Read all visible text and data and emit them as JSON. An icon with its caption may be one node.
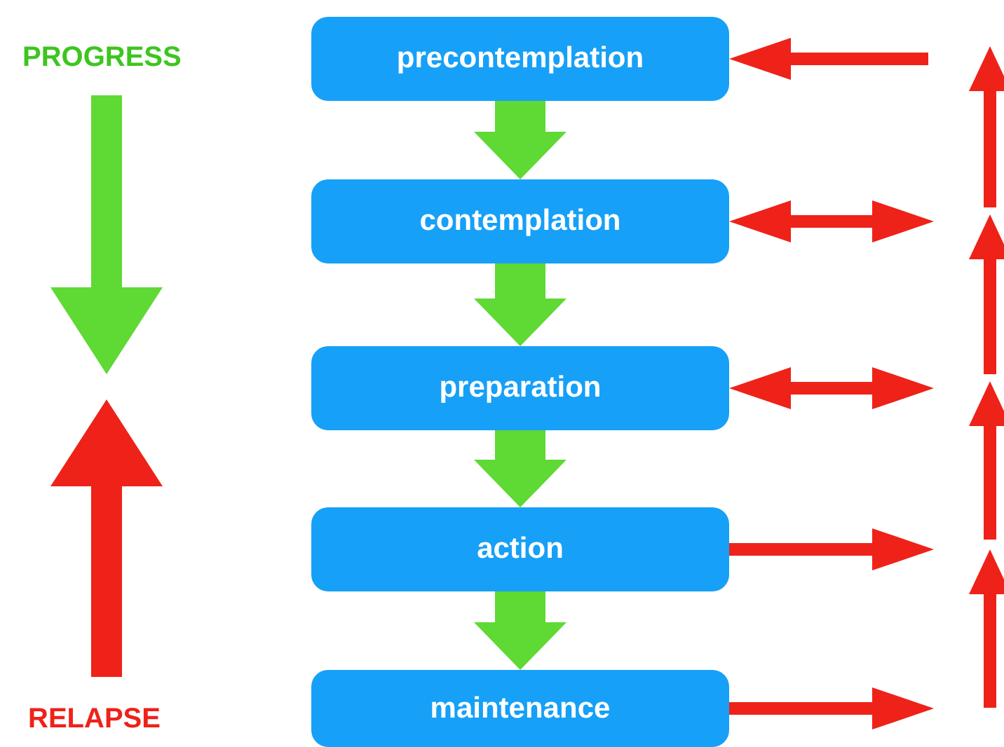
{
  "diagram": {
    "nodes": [
      {
        "text": [
          "precontemplation"
        ]
      },
      {
        "text": [
          "contemplation"
        ]
      },
      {
        "text": [
          "preparation"
        ]
      },
      {
        "text": [
          "action"
        ]
      },
      {
        "text": [
          "maintenance"
        ]
      }
    ],
    "edges": [
      {
        "from": 0,
        "to": 1,
        "arrow": "to",
        "style": "thick",
        "color": "#5fd934"
      },
      {
        "from": 1,
        "to": 2,
        "arrow": "to",
        "style": "thick",
        "color": "#5fd934"
      },
      {
        "from": 2,
        "to": 3,
        "arrow": "to",
        "style": "thick",
        "color": "#5fd934"
      },
      {
        "from": 3,
        "to": 4,
        "arrow": "to",
        "style": "thick",
        "color": "#5fd934"
      },
      {
        "from": null,
        "to": 0,
        "arrow": "to",
        "color": "#ee2219"
      },
      {
        "from": 1,
        "to": null,
        "arrow": "both",
        "color": "#ee2219"
      },
      {
        "from": 2,
        "to": null,
        "arrow": "both",
        "color": "#ee2219"
      },
      {
        "from": 3,
        "to": null,
        "arrow": "to",
        "color": "#ee2219"
      },
      {
        "from": 4,
        "to": null,
        "arrow": "to",
        "color": "#ee2219"
      }
    ],
    "labels": [
      "PROGRESS",
      "RELAPSE"
    ]
  }
}
